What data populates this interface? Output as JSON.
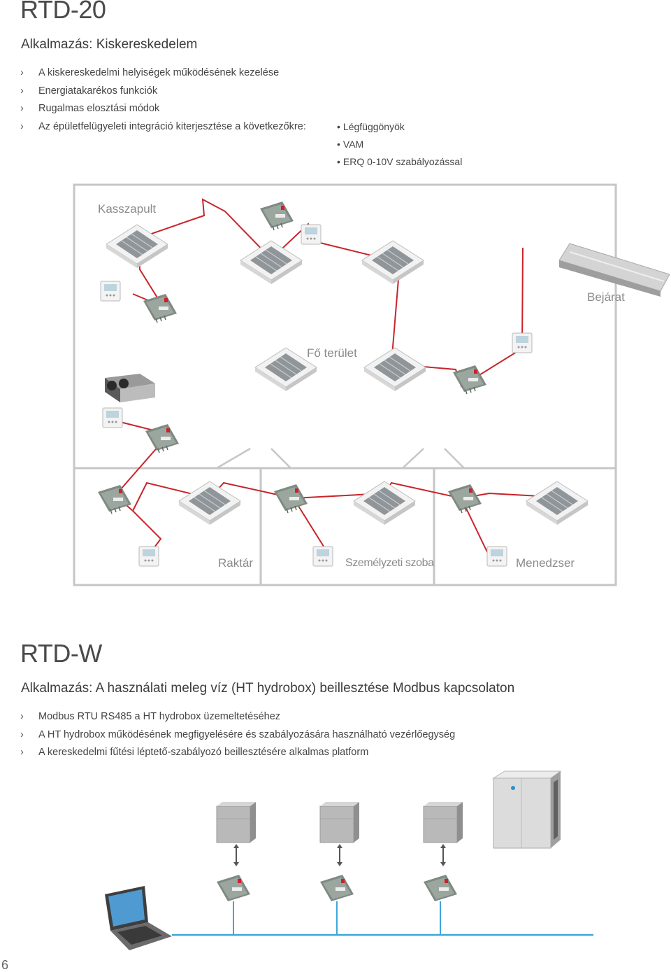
{
  "rtd20": {
    "title": "RTD-20",
    "subtitle": "Alkalmazás: Kiskereskedelem",
    "features": [
      "A kiskereskedelmi helyiségek működésének kezelése",
      "Energiatakarékos funkciók",
      "Rugalmas elosztási módok",
      "Az épületfelügyeleti integráció kiterjesztése a következőkre:"
    ],
    "integration_items": [
      "Légfüggönyök",
      "VAM",
      "ERQ 0-10V szabályozással"
    ],
    "zones": {
      "cashier": "Kasszapult",
      "entrance": "Bejárat",
      "main": "Fő terület",
      "storage": "Raktár",
      "staff": "Személyzeti szoba",
      "manager": "Menedzser"
    }
  },
  "rtdw": {
    "title": "RTD-W",
    "subtitle": "Alkalmazás: A használati meleg víz (HT hydrobox) beillesztése Modbus kapcsolaton",
    "features": [
      "Modbus RTU RS485 a HT hydrobox üzemeltetéséhez",
      "A HT hydrobox működésének megfigyelésére és szabályozására használható vezérlőegység",
      "A kereskedelmi fűtési léptető-szabályozó beillesztésére alkalmas platform"
    ]
  },
  "page_number": "6",
  "colors": {
    "bus_red": "#c8242a",
    "bus_blue": "#3ea6dc",
    "wall": "#c8c8c8"
  }
}
